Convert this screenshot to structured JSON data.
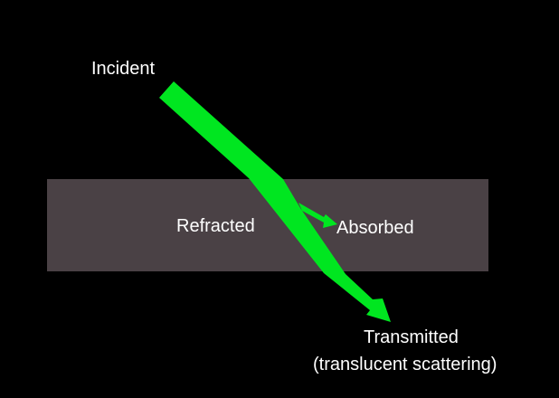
{
  "labels": {
    "incident": "Incident",
    "refracted": "Refracted",
    "absorbed": "Absorbed",
    "transmitted": "Transmitted",
    "transmitted_note": "(translucent scattering)"
  },
  "colors": {
    "background": "#000000",
    "medium": "#4a4145",
    "light_ray": "#00e620",
    "text": "#ffffff"
  }
}
